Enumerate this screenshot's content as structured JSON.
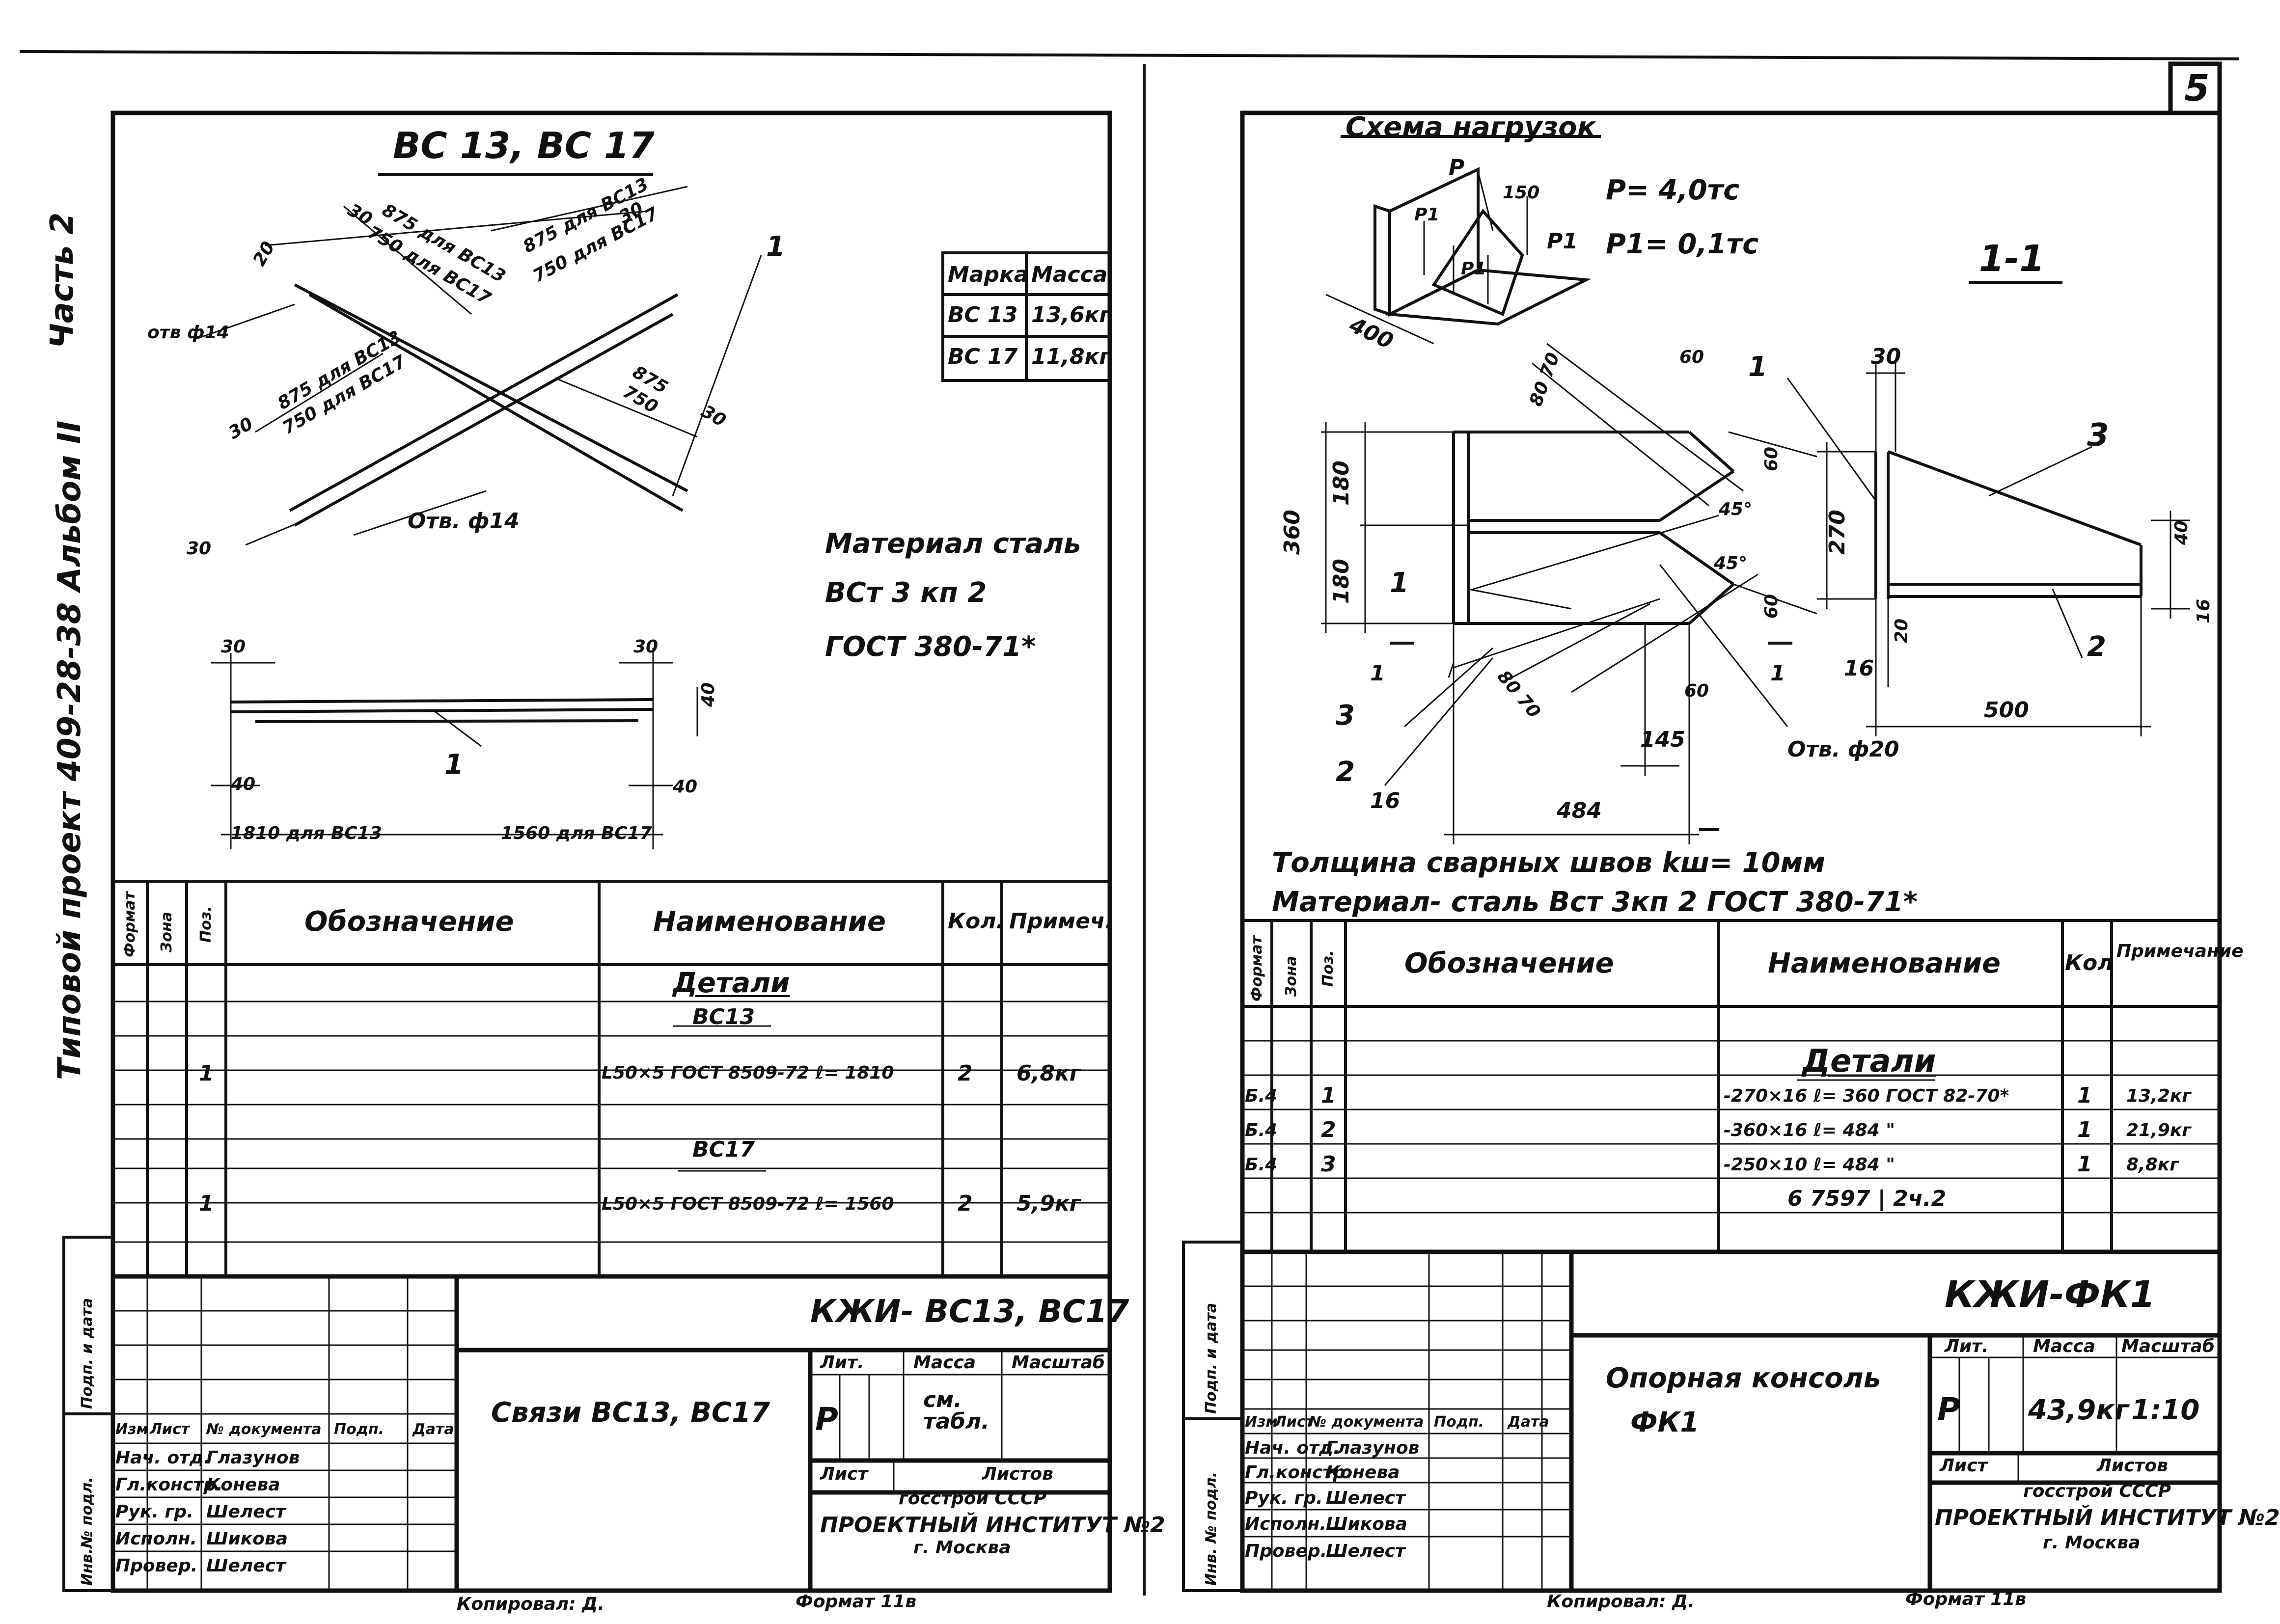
{
  "side": {
    "part": "Часть 2",
    "project": "Типовой проект 409-28-38 Альбом II",
    "inv_left": "Инв.№ подл.",
    "sign_left": "Подп. и дата",
    "inv_right": "Инв. № подл.",
    "sign_right": "Подп. и дата"
  },
  "sheet_no": "5",
  "left": {
    "title": "ВС 13, ВС 17",
    "material": [
      "Материал сталь",
      "ВСт 3 кп 2",
      "ГОСТ 380-71*"
    ],
    "mass_table": {
      "headers": [
        "Марка",
        "Масса"
      ],
      "rows": [
        [
          "ВС 13",
          "13,6кг"
        ],
        [
          "ВС 17",
          "11,8кг"
        ]
      ]
    },
    "dims": {
      "d20": "20",
      "d30a": "30",
      "d875a": "875 для ВС13",
      "d750a": "750 для ВС17",
      "d875b": "875 для ВС13",
      "d750b": "750 для ВС17",
      "d30b": "30",
      "d30c": "30",
      "d875c": "875 для ВС13",
      "d750c": "750 для ВС17",
      "d875d": "875",
      "d750d": "750",
      "d30d": "30",
      "d30e": "30",
      "hole1": "отв ф14",
      "hole2": "Отв. ф14",
      "pos1": "1",
      "e30a": "30",
      "e30b": "30",
      "e40a": "40",
      "e40b": "40",
      "e40c": "40",
      "epos": "1",
      "len13": "1810 для ВС13",
      "len17": "1560 для ВС17"
    },
    "spec": {
      "headers": {
        "format": "Формат",
        "zone": "Зона",
        "pos": "Поз.",
        "designation": "Обозначение",
        "name": "Наименование",
        "qty": "Кол.",
        "note": "Примеч."
      },
      "section": "Детали",
      "sub1": "ВС13",
      "row1": {
        "pos": "1",
        "name": "L50×5 ГОСТ 8509-72 ℓ= 1810",
        "qty": "2",
        "note": "6,8кг"
      },
      "sub2": "ВС17",
      "row2": {
        "pos": "1",
        "name": "L50×5 ГОСТ 8509-72 ℓ= 1560",
        "qty": "2",
        "note": "5,9кг"
      }
    },
    "stamp": {
      "code": "КЖИ- ВС13, ВС17",
      "title": "Связи ВС13, ВС17",
      "lit_h": "Лит.",
      "mass_h": "Масса",
      "scale_h": "Масштаб",
      "lit": "Р",
      "mass": "см. табл.",
      "sheet_h": "Лист",
      "sheets_h": "Листов",
      "org1": "госстрой СССР",
      "org2": "ПРОЕКТНЫЙ ИНСТИТУТ №2",
      "org3": "г. Москва",
      "cols": [
        "Изм",
        "Лист",
        "№ документа",
        "Подп.",
        "Дата"
      ],
      "people": [
        [
          "Нач. отд.",
          "Глазунов"
        ],
        [
          "Гл.констр.",
          "Конева"
        ],
        [
          "Рук. гр.",
          "Шелест"
        ],
        [
          "Исполн.",
          "Шикова"
        ],
        [
          "Провер.",
          "Шелест"
        ]
      ]
    },
    "copied": "Копировал: Д.",
    "format": "Формат 11в"
  },
  "right": {
    "loads_title": "Схема нагрузок",
    "loads": [
      "P= 4,0тс",
      "P1= 0,1тс"
    ],
    "load_labels": {
      "p": "P",
      "p1a": "P1",
      "p1b": "P1",
      "p1c": "P1",
      "d150": "150",
      "d400": "400"
    },
    "section_title": "1-1",
    "weld_note": "Толщина сварных швов kш= 10мм",
    "material": "Материал- сталь Вст 3кп 2 ГОСТ 380-71*",
    "dims": {
      "d8070a": "80 70",
      "d60a": "60",
      "lbl1": "1",
      "d180a": "180",
      "d180b": "180",
      "d360": "360",
      "d60b": "60",
      "deg45a": "45°",
      "deg45b": "45°",
      "d60c": "60",
      "d270": "270",
      "lbl1b": "1",
      "sec1a": "1",
      "sec1b": "1",
      "lbl3": "3",
      "lbl2": "2",
      "d8070b": "80 70",
      "d60d": "60",
      "d145": "145",
      "hole": "Отв. ф20",
      "d16a": "16",
      "d484": "484",
      "d30": "30",
      "lbl3r": "3",
      "d40": "40",
      "d20": "20",
      "lbl2r": "2",
      "d16b": "16",
      "d16c": "16",
      "d500": "500"
    },
    "spec": {
      "headers": {
        "format": "Формат",
        "zone": "Зона",
        "pos": "Поз.",
        "designation": "Обозначение",
        "name": "Наименование",
        "qty": "Кол",
        "note": "Примечание"
      },
      "section": "Детали",
      "rows": [
        {
          "fmt": "Б.4",
          "pos": "1",
          "name": "-270×16 ℓ= 360 ГОСТ 82-70*",
          "qty": "1",
          "note": "13,2кг"
        },
        {
          "fmt": "Б.4",
          "pos": "2",
          "name": "-360×16 ℓ= 484 \"",
          "qty": "1",
          "note": "21,9кг"
        },
        {
          "fmt": "Б.4",
          "pos": "3",
          "name": "-250×10 ℓ= 484 \"",
          "qty": "1",
          "note": "8,8кг"
        }
      ],
      "ref": "6 7597 | 2ч.2"
    },
    "stamp": {
      "code": "КЖИ-ФК1",
      "title1": "Опорная консоль",
      "title2": "ФК1",
      "lit_h": "Лит.",
      "mass_h": "Масса",
      "scale_h": "Масштаб",
      "lit": "Р",
      "mass": "43,9кг",
      "scale": "1:10",
      "sheet_h": "Лист",
      "sheets_h": "Листов",
      "org1": "госстрой СССР",
      "org2": "ПРОЕКТНЫЙ ИНСТИТУТ №2",
      "org3": "г. Москва",
      "cols": [
        "Изм",
        "Лист",
        "№ документа",
        "Подп.",
        "Дата"
      ],
      "people": [
        [
          "Нач. отд.",
          "Глазунов"
        ],
        [
          "Гл.констр.",
          "Конева"
        ],
        [
          "Рук. гр.",
          "Шелест"
        ],
        [
          "Исполн.",
          "Шикова"
        ],
        [
          "Провер.",
          "Шелест"
        ]
      ]
    },
    "copied": "Копировал: Д.",
    "format": "Формат 11в"
  }
}
